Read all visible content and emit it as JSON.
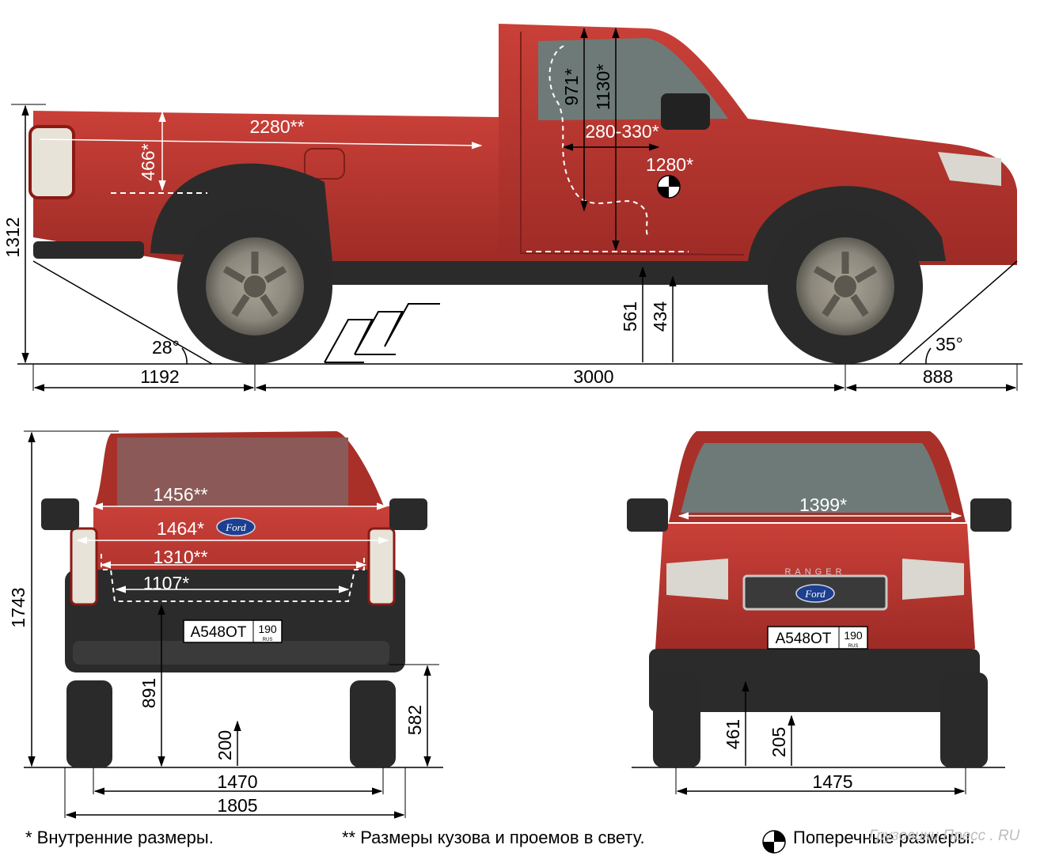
{
  "colors": {
    "body": "#b8332d",
    "body_dark": "#7e1f1c",
    "tire": "#2a2a2a",
    "rim": "#8b877c",
    "glass": "#6e7a78",
    "dim_line": "#000000",
    "dim_line_on_body": "#ffffff"
  },
  "side_view": {
    "overall_height": "1312",
    "bed_length": "2280**",
    "bed_depth": "466*",
    "cabin_height_inner": "971*",
    "cabin_height_total": "1130*",
    "seat_adjust": "280-330*",
    "cabin_width_inner": "1280*",
    "ground_clearance_a": "561",
    "ground_clearance_b": "434",
    "departure_angle": "28°",
    "approach_angle": "35°",
    "rear_overhang": "1192",
    "wheelbase": "3000",
    "front_overhang": "888"
  },
  "rear_view": {
    "overall_height": "1743",
    "width_inner_a": "1456**",
    "width_inner_b": "1464*",
    "width_inner_c": "1310**",
    "width_inner_d": "1107*",
    "loading_height": "891",
    "min_clearance": "200",
    "bumper_height": "582",
    "track": "1470",
    "overall_width": "1805",
    "brand": "Ford",
    "plate_number": "А548ОТ",
    "plate_region": "190",
    "plate_country": "RUS"
  },
  "front_view": {
    "cabin_width": "1399*",
    "height_a": "461",
    "height_b": "205",
    "track": "1475",
    "hood_label": "RANGER",
    "brand": "Ford",
    "plate_number": "А548ОТ",
    "plate_region": "190",
    "plate_country": "RUS"
  },
  "legend": {
    "inner": "* Внутренние размеры.",
    "body": "** Размеры кузова и проемов в свету.",
    "transverse": "Поперечные размеры."
  },
  "watermark": "Грузовики Пресс . RU"
}
